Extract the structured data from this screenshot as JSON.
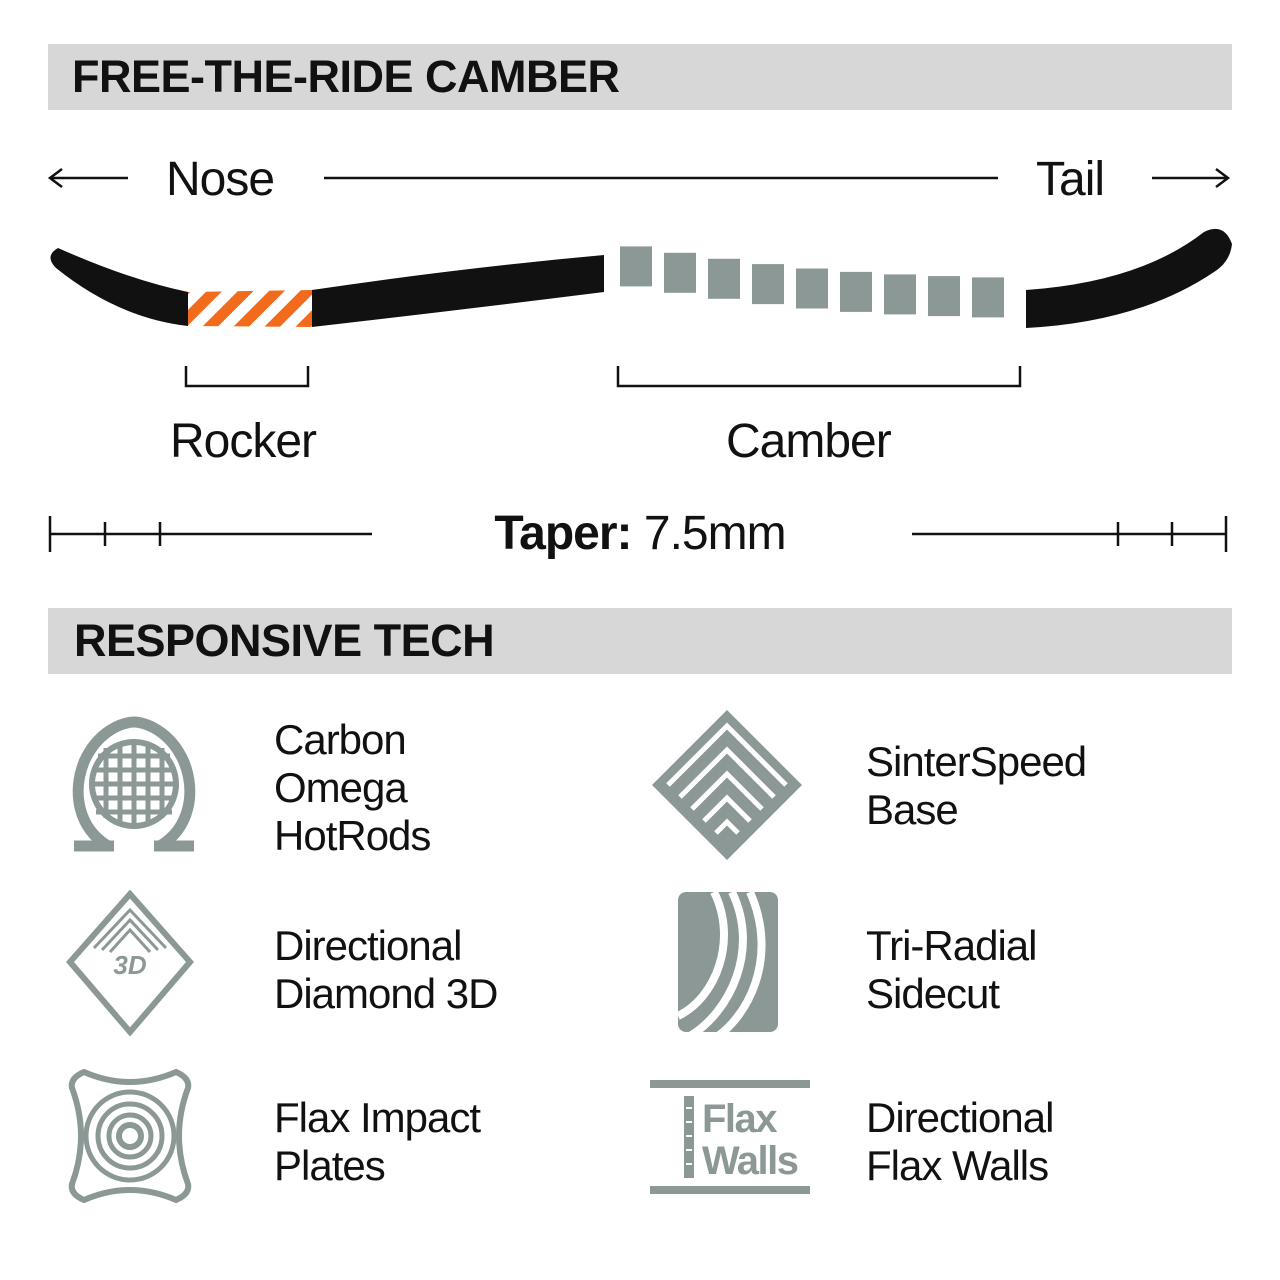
{
  "header": {
    "title": "FREE-THE-RIDE CAMBER"
  },
  "profile": {
    "nose_label": "Nose",
    "tail_label": "Tail",
    "rocker_label": "Rocker",
    "camber_label": "Camber",
    "taper_label": "Taper:",
    "taper_value": "7.5mm",
    "colors": {
      "board": "#111111",
      "rocker": "#f26a1b",
      "camber": "#8c9895"
    }
  },
  "tech": {
    "title": "RESPONSIVE TECH",
    "items": [
      {
        "icon": "carbon-omega-icon",
        "label": "Carbon\nOmega\nHotRods"
      },
      {
        "icon": "sinter-base-icon",
        "label": "SinterSpeed\nBase"
      },
      {
        "icon": "diamond-3d-icon",
        "label": "Directional\nDiamond 3D",
        "icon_text": "3D"
      },
      {
        "icon": "tri-radial-sidecut-icon",
        "label": "Tri-Radial\nSidecut"
      },
      {
        "icon": "flax-impact-plates-icon",
        "label": "Flax Impact\nPlates"
      },
      {
        "icon": "flax-walls-icon",
        "label": "Directional\nFlax Walls",
        "icon_text": [
          "Flax",
          "Walls"
        ]
      }
    ],
    "icon_color": "#8c9895"
  }
}
